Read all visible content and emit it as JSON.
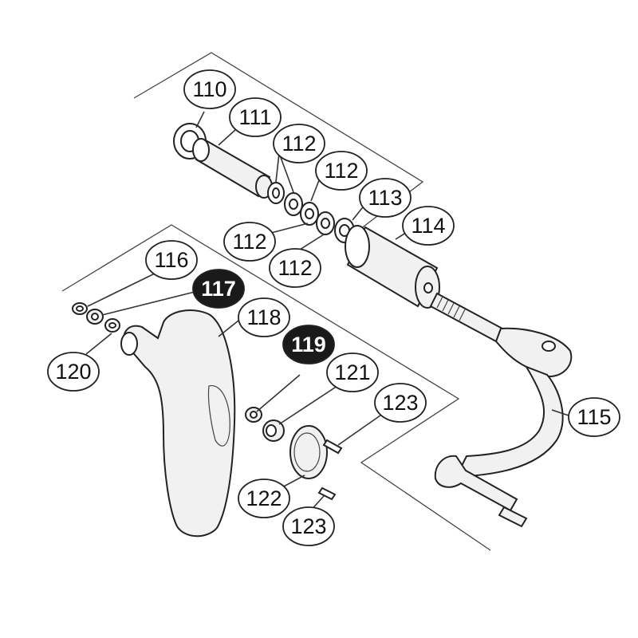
{
  "callouts": [
    {
      "id": "c110",
      "label": "110",
      "highlight": false
    },
    {
      "id": "c111",
      "label": "111",
      "highlight": false
    },
    {
      "id": "c112a",
      "label": "112",
      "highlight": false
    },
    {
      "id": "c112b",
      "label": "112",
      "highlight": false
    },
    {
      "id": "c113",
      "label": "113",
      "highlight": false
    },
    {
      "id": "c114",
      "label": "114",
      "highlight": false
    },
    {
      "id": "c112c",
      "label": "112",
      "highlight": false
    },
    {
      "id": "c112d",
      "label": "112",
      "highlight": false
    },
    {
      "id": "c116",
      "label": "116",
      "highlight": false
    },
    {
      "id": "c117",
      "label": "117",
      "highlight": true
    },
    {
      "id": "c118",
      "label": "118",
      "highlight": false
    },
    {
      "id": "c119",
      "label": "119",
      "highlight": true
    },
    {
      "id": "c120",
      "label": "120",
      "highlight": false
    },
    {
      "id": "c121",
      "label": "121",
      "highlight": false
    },
    {
      "id": "c123a",
      "label": "123",
      "highlight": false
    },
    {
      "id": "c115",
      "label": "115",
      "highlight": false
    },
    {
      "id": "c122",
      "label": "122",
      "highlight": false
    },
    {
      "id": "c123b",
      "label": "123",
      "highlight": false
    }
  ],
  "colors": {
    "line": "#333333",
    "highlight_fill": "#1a1a1a",
    "highlight_text": "#ffffff"
  }
}
